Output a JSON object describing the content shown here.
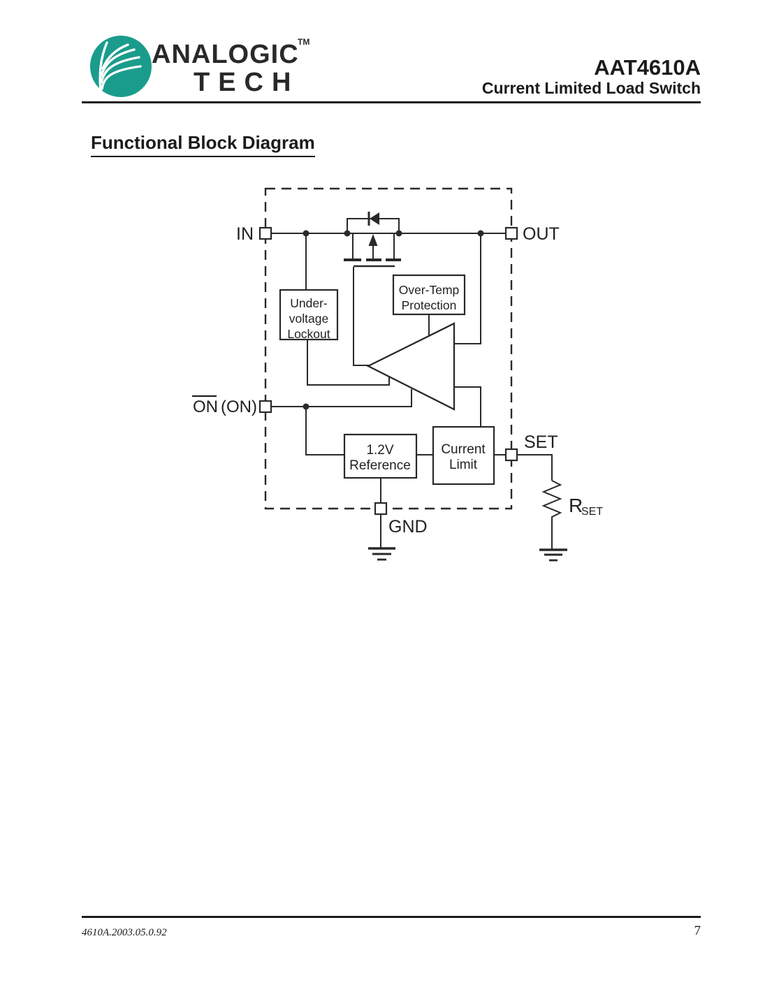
{
  "header": {
    "brand_top": "ANALOGIC",
    "brand_bottom": "TECH",
    "trademark": "TM",
    "part_number": "AAT4610A",
    "subtitle": "Current Limited Load Switch"
  },
  "section": {
    "title": "Functional Block Diagram"
  },
  "diagram": {
    "pins": {
      "in": "IN",
      "out": "OUT",
      "on_bar": "ON",
      "on_paren": "(ON)",
      "set": "SET",
      "gnd": "GND"
    },
    "blocks": {
      "undervoltage_lockout": {
        "lines": [
          "Under-",
          "voltage",
          "Lockout"
        ]
      },
      "over_temp_protection": {
        "lines": [
          "Over-Temp",
          "Protection"
        ]
      },
      "reference": {
        "lines": [
          "1.2V",
          "Reference"
        ]
      },
      "current_limit": {
        "lines": [
          "Current",
          "Limit"
        ]
      }
    },
    "resistor": {
      "symbol": "R",
      "subscript": "SET"
    }
  },
  "footer": {
    "doc_code": "4610A.2003.05.0.92",
    "page_number": "7"
  },
  "colors": {
    "logo_teal": "#1a9c8c",
    "ink": "#231f20"
  }
}
